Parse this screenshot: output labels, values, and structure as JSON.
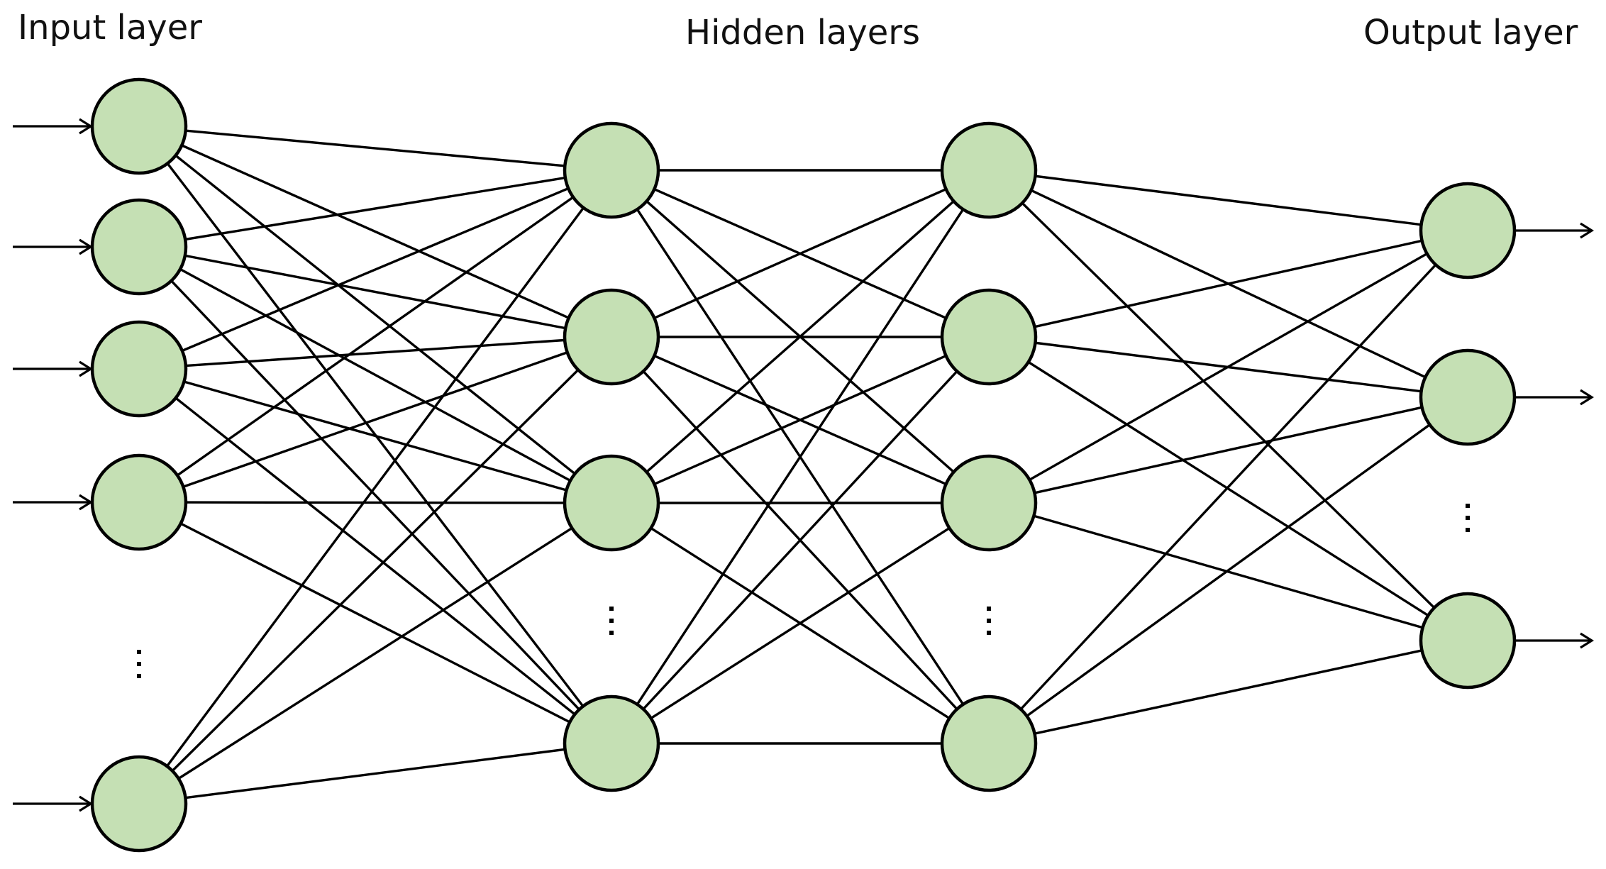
{
  "diagram": {
    "titles": {
      "input": "Input layer",
      "hidden": "Hidden layers",
      "output": "Output layer"
    },
    "colors": {
      "node_fill": "#c5e0b4",
      "node_stroke": "#000000",
      "edge": "#000000",
      "text": "#111111"
    },
    "layers": [
      {
        "name": "input",
        "visible_nodes": 5,
        "has_ellipsis": true,
        "input_arrows": true
      },
      {
        "name": "hidden-1",
        "visible_nodes": 4,
        "has_ellipsis": true
      },
      {
        "name": "hidden-2",
        "visible_nodes": 4,
        "has_ellipsis": true
      },
      {
        "name": "output",
        "visible_nodes": 3,
        "has_ellipsis": true,
        "output_arrows": true
      }
    ],
    "connectivity": "fully-connected"
  }
}
